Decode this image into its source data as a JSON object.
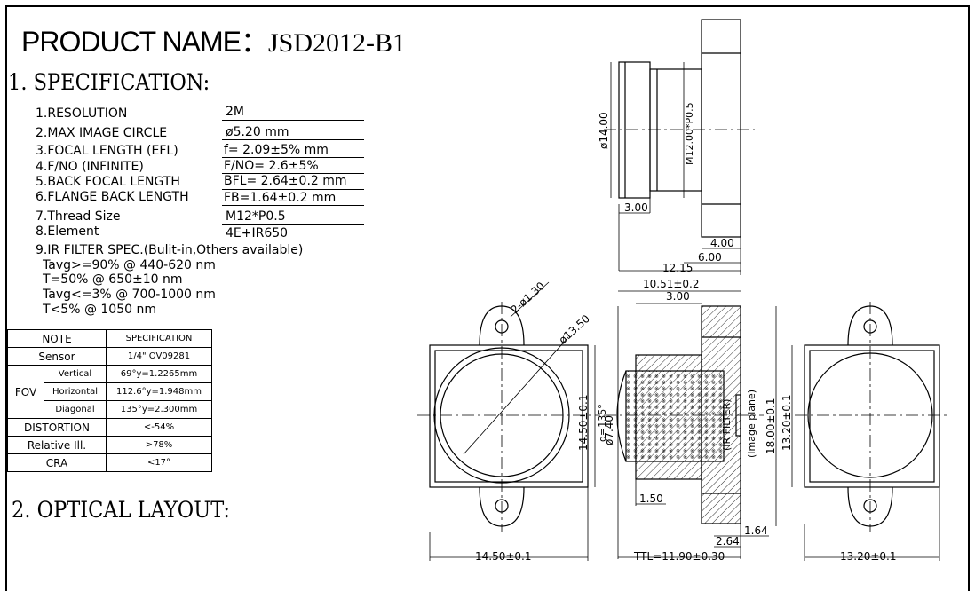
{
  "header": {
    "label": "PRODUCT NAME：",
    "product": "JSD2012-B1"
  },
  "section1": "1. SPECIFICATION:",
  "section2": "2. OPTICAL LAYOUT:",
  "specs": [
    {
      "label": "1.RESOLUTION",
      "value": "2M"
    },
    {
      "label": "2.MAX IMAGE CIRCLE",
      "value": "ø5.20  mm"
    },
    {
      "label": "3.FOCAL LENGTH (EFL)",
      "value": "f= 2.09±5%  mm"
    },
    {
      "label": "4.F/NO (INFINITE)",
      "value": "F/NO= 2.6±5%"
    },
    {
      "label": "5.BACK FOCAL LENGTH",
      "value": "BFL= 2.64±0.2 mm"
    },
    {
      "label": "6.FLANGE BACK LENGTH",
      "value": "FB=1.64±0.2 mm"
    },
    {
      "label": "7.Thread Size",
      "value": "M12*P0.5"
    },
    {
      "label": "8.Element",
      "value": "4E+IR650"
    }
  ],
  "ir_filter": {
    "title": "9.IR FILTER SPEC.(Bulit-in,Others available)",
    "lines": [
      "Tavg>=90% @ 440-620 nm",
      "T=50%          @ 650±10 nm",
      "Tavg<=3%   @ 700-1000 nm",
      "T<5%            @ 1050 nm"
    ]
  },
  "table": {
    "header": [
      "NOTE",
      "SPECIFICATION"
    ],
    "sensor": [
      "Sensor",
      "1/4\"  OV09281"
    ],
    "fov_label": "FOV",
    "fov": [
      [
        "Vertical",
        "69°y=1.2265mm"
      ],
      [
        "Horizontal",
        "112.6°y=1.948mm"
      ],
      [
        "Diagonal",
        "135°y=2.300mm"
      ]
    ],
    "rows": [
      [
        "DISTORTION",
        "<-54%"
      ],
      [
        "Relative Ill.",
        ">78%"
      ],
      [
        "CRA",
        "<17°"
      ]
    ]
  },
  "dims": {
    "d14": "ø14.00",
    "m12": "M12.00*P0.5",
    "d300a": "3.00",
    "d400": "4.00",
    "d600": "6.00",
    "d1215": "12.15",
    "d1051": "10.51±0.2",
    "d300b": "3.00",
    "hole": "2-ø1.30",
    "d1350": "ø13.50",
    "d1450v": "14.50±0.1",
    "d740": "ø7.40",
    "fovd": "d=135°",
    "irf": "(IR FILTER)",
    "imgp": "(Image plane)",
    "d1800": "18.00±0.1",
    "d1320v": "13.20±0.1",
    "d150": "1.50",
    "d164": "1.64",
    "d264": "2.64",
    "d1450h": "14.50±0.1",
    "ttl": "TTL=11.90±0.30",
    "d1320h": "13.20±0.1"
  }
}
